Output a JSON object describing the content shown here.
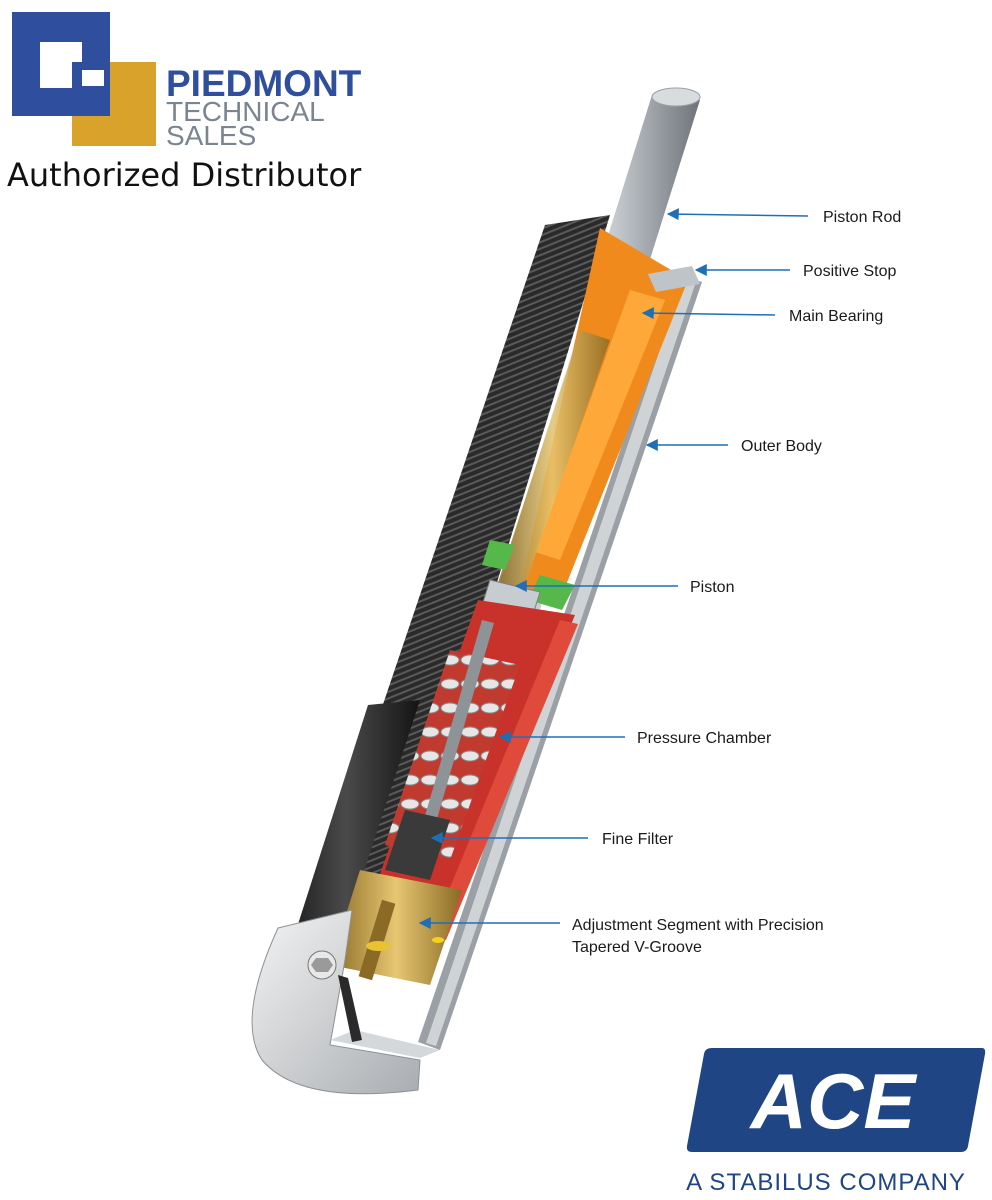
{
  "brand": {
    "name": "PIEDMONT",
    "line2": "TECHNICAL",
    "line3": "SALES",
    "tagline": "Authorized Distributor",
    "colors": {
      "blue": "#2f4f9e",
      "gold": "#d9a32b",
      "gray": "#7a8590"
    }
  },
  "callouts": [
    {
      "id": "piston-rod",
      "text": "Piston Rod"
    },
    {
      "id": "positive-stop",
      "text": "Positive Stop"
    },
    {
      "id": "main-bearing",
      "text": "Main Bearing"
    },
    {
      "id": "outer-body",
      "text": "Outer Body"
    },
    {
      "id": "piston",
      "text": "Piston"
    },
    {
      "id": "pressure-chamber",
      "text": "Pressure Chamber"
    },
    {
      "id": "fine-filter",
      "text": "Fine Filter"
    },
    {
      "id": "adjustment-segment",
      "text": "Adjustment Segment with Precision",
      "text2": "Tapered V-Groove"
    }
  ],
  "ace": {
    "name": "ACE",
    "tagline": "A STABILUS COMPANY",
    "colors": {
      "blue": "#1f4584",
      "tagline": "#1f4584"
    }
  },
  "arrow_color": "#1e6fb8"
}
